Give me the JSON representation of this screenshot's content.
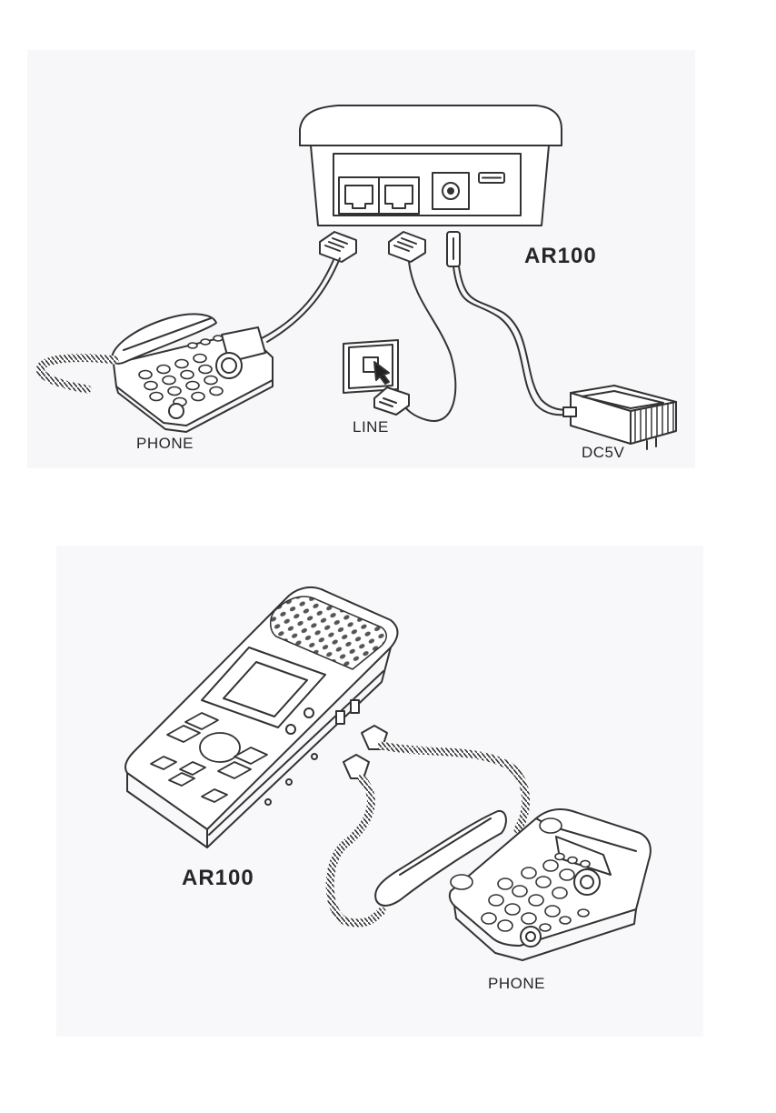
{
  "diagram": {
    "top_panel": {
      "device_label": "AR100",
      "phone_label": "PHONE",
      "line_label": "LINE",
      "power_label": "DC5V"
    },
    "bottom_panel": {
      "device_label": "AR100",
      "phone_label": "PHONE"
    }
  },
  "colors": {
    "line_art": "#333333",
    "fill_light": "#ffffff",
    "fill_gray": "#e8e8e8",
    "panel_bg": "#f7f7f9"
  },
  "icons": [
    "telephone-icon",
    "wall-jack-icon",
    "power-adapter-icon",
    "rj11-plug-icon",
    "answering-machine-icon",
    "coiled-cord-icon"
  ]
}
